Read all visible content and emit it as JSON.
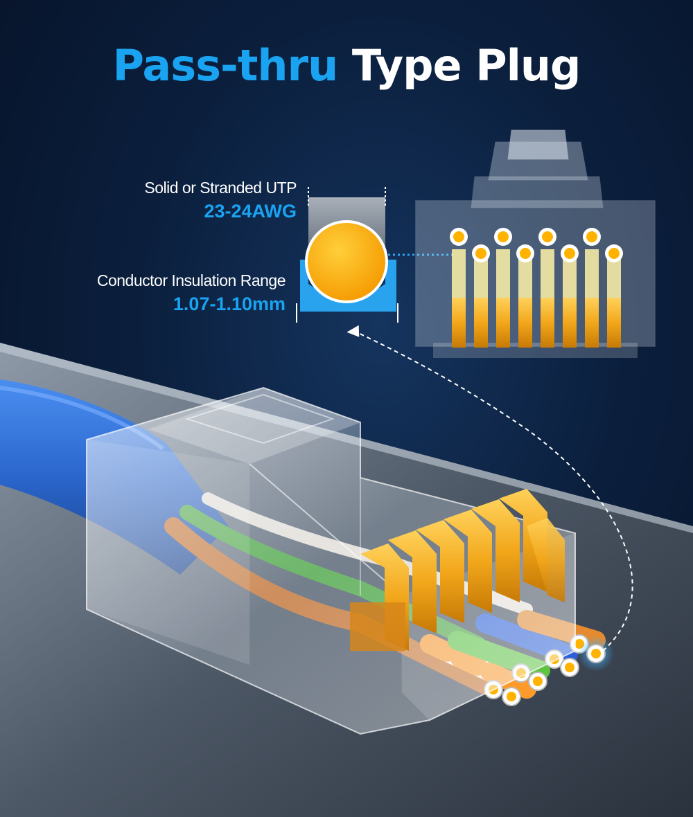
{
  "title": {
    "highlight": "Pass-thru",
    "rest": "Type Plug"
  },
  "specs": {
    "conductor_label": "Solid or Stranded UTP",
    "conductor_value": "23-24AWG",
    "insulation_label": "Conductor Insulation Range",
    "insulation_value": "1.07-1.10mm"
  },
  "colors": {
    "accent": "#1aa3f0",
    "background": "#0b1f3d",
    "cable": "#2f6fd6",
    "contact_gold": "#f2a71b",
    "conductor": "#ffb300"
  }
}
